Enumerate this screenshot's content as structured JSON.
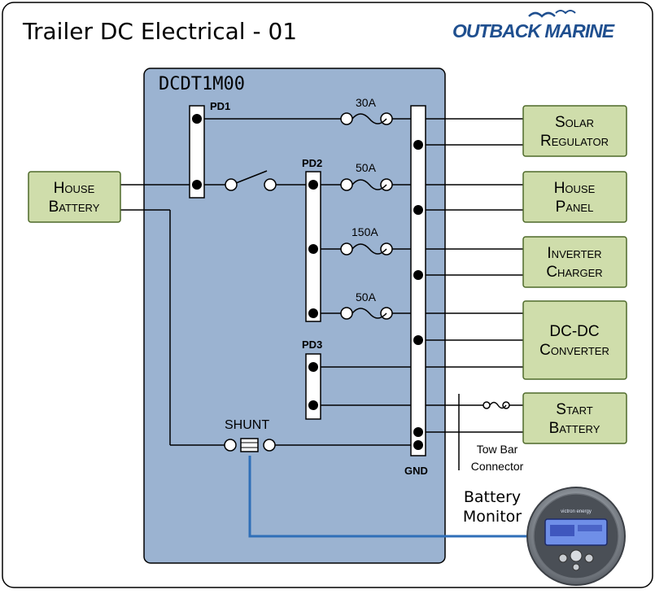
{
  "title": "Trailer DC Electrical - 01",
  "logo": "Outback Marine",
  "enclosure": {
    "label": "DCDT1M00"
  },
  "busbars": {
    "pd1": "PD1",
    "pd2": "PD2",
    "pd3": "PD3",
    "gnd": "GND"
  },
  "fuses": {
    "f30": "30A",
    "f50a": "50A",
    "f150": "150A",
    "f50b": "50A"
  },
  "shunt": "SHUNT",
  "devices": {
    "house_battery": [
      "House",
      "Battery"
    ],
    "solar_regulator": [
      "Solar",
      "Regulator"
    ],
    "house_panel": [
      "House",
      "Panel"
    ],
    "inverter_charger": [
      "Inverter",
      "Charger"
    ],
    "dcdc_converter": [
      "DC-DC",
      "Converter"
    ],
    "start_battery": [
      "Start",
      "Battery"
    ]
  },
  "tow_bar": [
    "Tow Bar",
    "Connector"
  ],
  "battery_monitor": [
    "Battery",
    "Monitor"
  ],
  "monitor_brand": "victron energy",
  "colors": {
    "enclosure_fill": "#9bb3d1",
    "device_fill": "#cfddab",
    "device_stroke": "#4f6a2a",
    "monitor_line": "#2f6fb8",
    "logo": "#1f4f8f"
  }
}
